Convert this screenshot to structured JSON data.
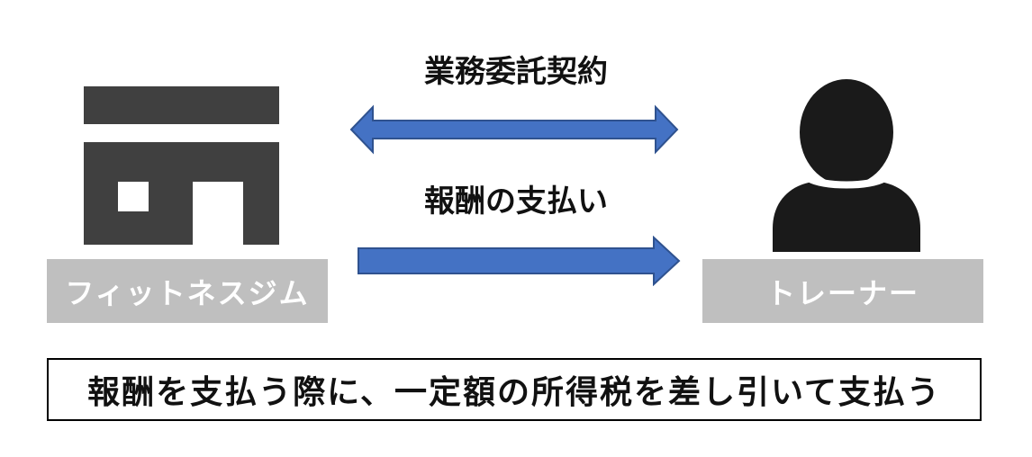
{
  "nodes": {
    "gym": {
      "label": "フィットネスジム",
      "icon": "building-icon"
    },
    "trainer": {
      "label": "トレーナー",
      "icon": "person-icon"
    }
  },
  "edges": {
    "contract": {
      "label": "業務委託契約",
      "direction": "bidirectional"
    },
    "payment": {
      "label": "報酬の支払い",
      "direction": "gym-to-trainer"
    }
  },
  "summary": "報酬を支払う際に、一定額の所得税を差し引いて支払う",
  "colors": {
    "icon": "#404040",
    "label_bg": "#bfbfbf",
    "label_text": "#ffffff",
    "arrow_fill": "#4472c4",
    "arrow_stroke": "#2f528f"
  }
}
